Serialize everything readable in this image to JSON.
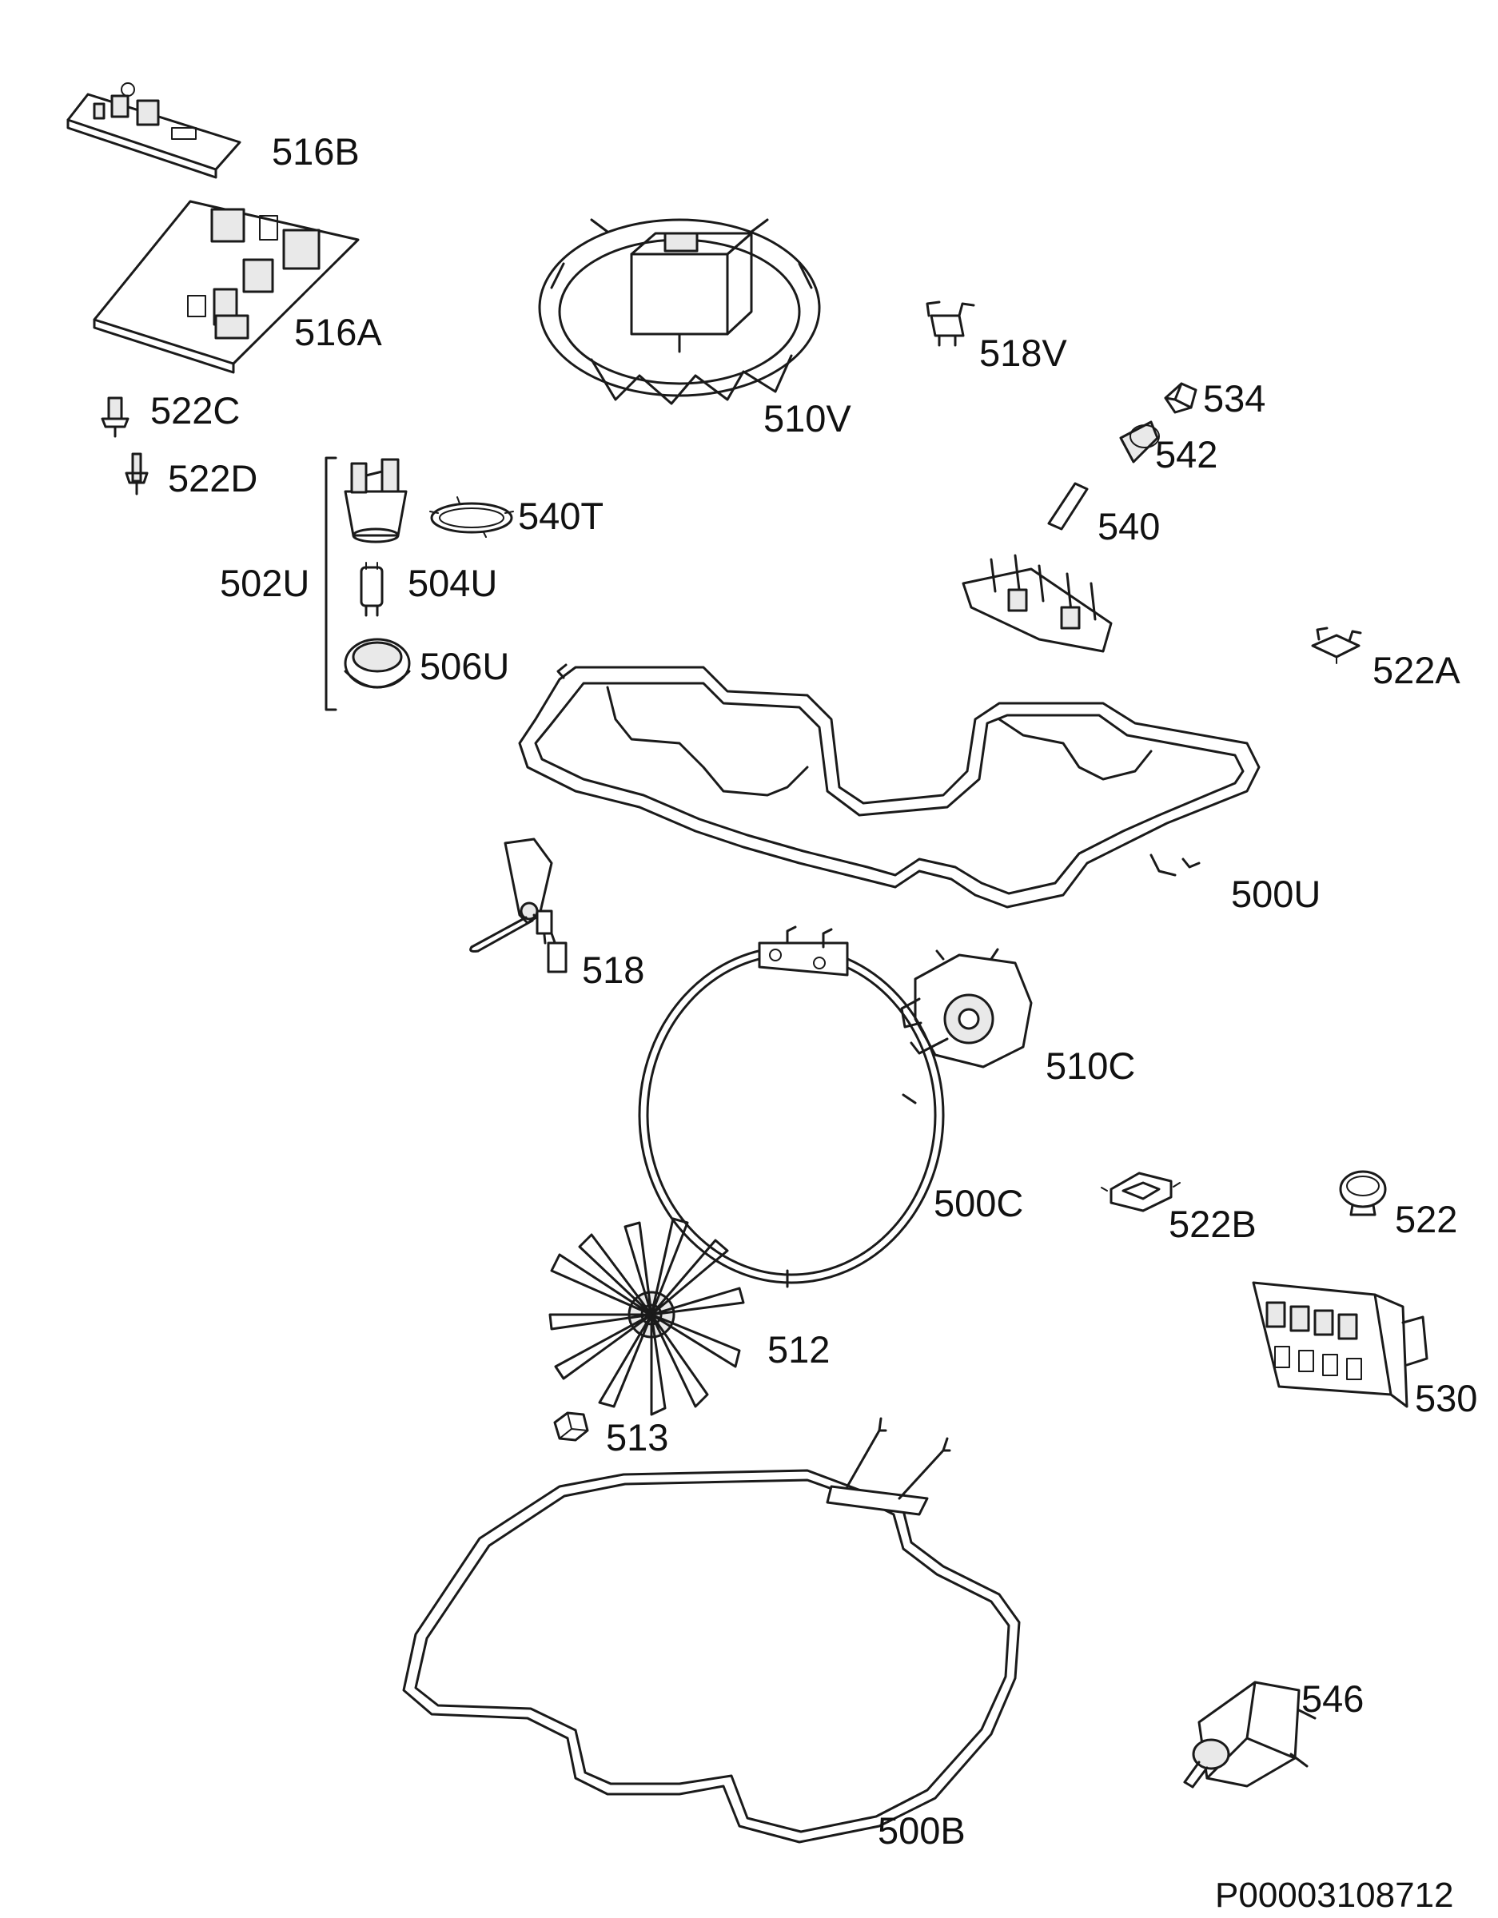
{
  "drawing_code": "P00003108712",
  "labels": {
    "516B": "516B",
    "516A": "516A",
    "522C": "522C",
    "522D": "522D",
    "510V": "510V",
    "518V": "518V",
    "534": "534",
    "542": "542",
    "540T": "540T",
    "502U": "502U",
    "504U": "504U",
    "506U": "506U",
    "540": "540",
    "522A": "522A",
    "500U": "500U",
    "518": "518",
    "510C": "510C",
    "500C": "500C",
    "522B": "522B",
    "522": "522",
    "512": "512",
    "530": "530",
    "513": "513",
    "546": "546",
    "500B": "500B"
  }
}
